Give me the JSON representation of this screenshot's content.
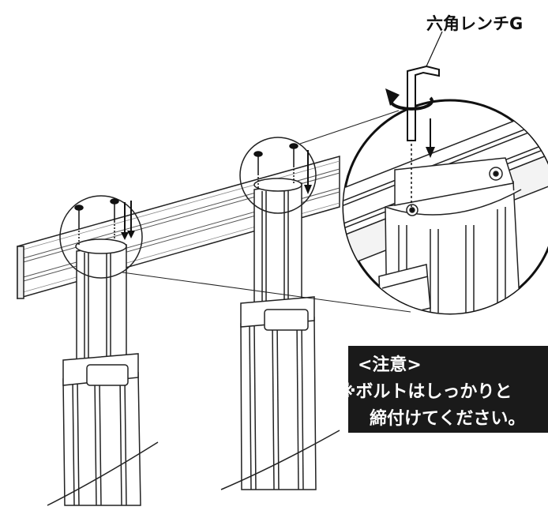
{
  "labels": {
    "tool": "六角レンチG"
  },
  "notice": {
    "title": "<注意>",
    "line1": "※ボルトはしっかりと",
    "line2": "締付けてください。"
  }
}
